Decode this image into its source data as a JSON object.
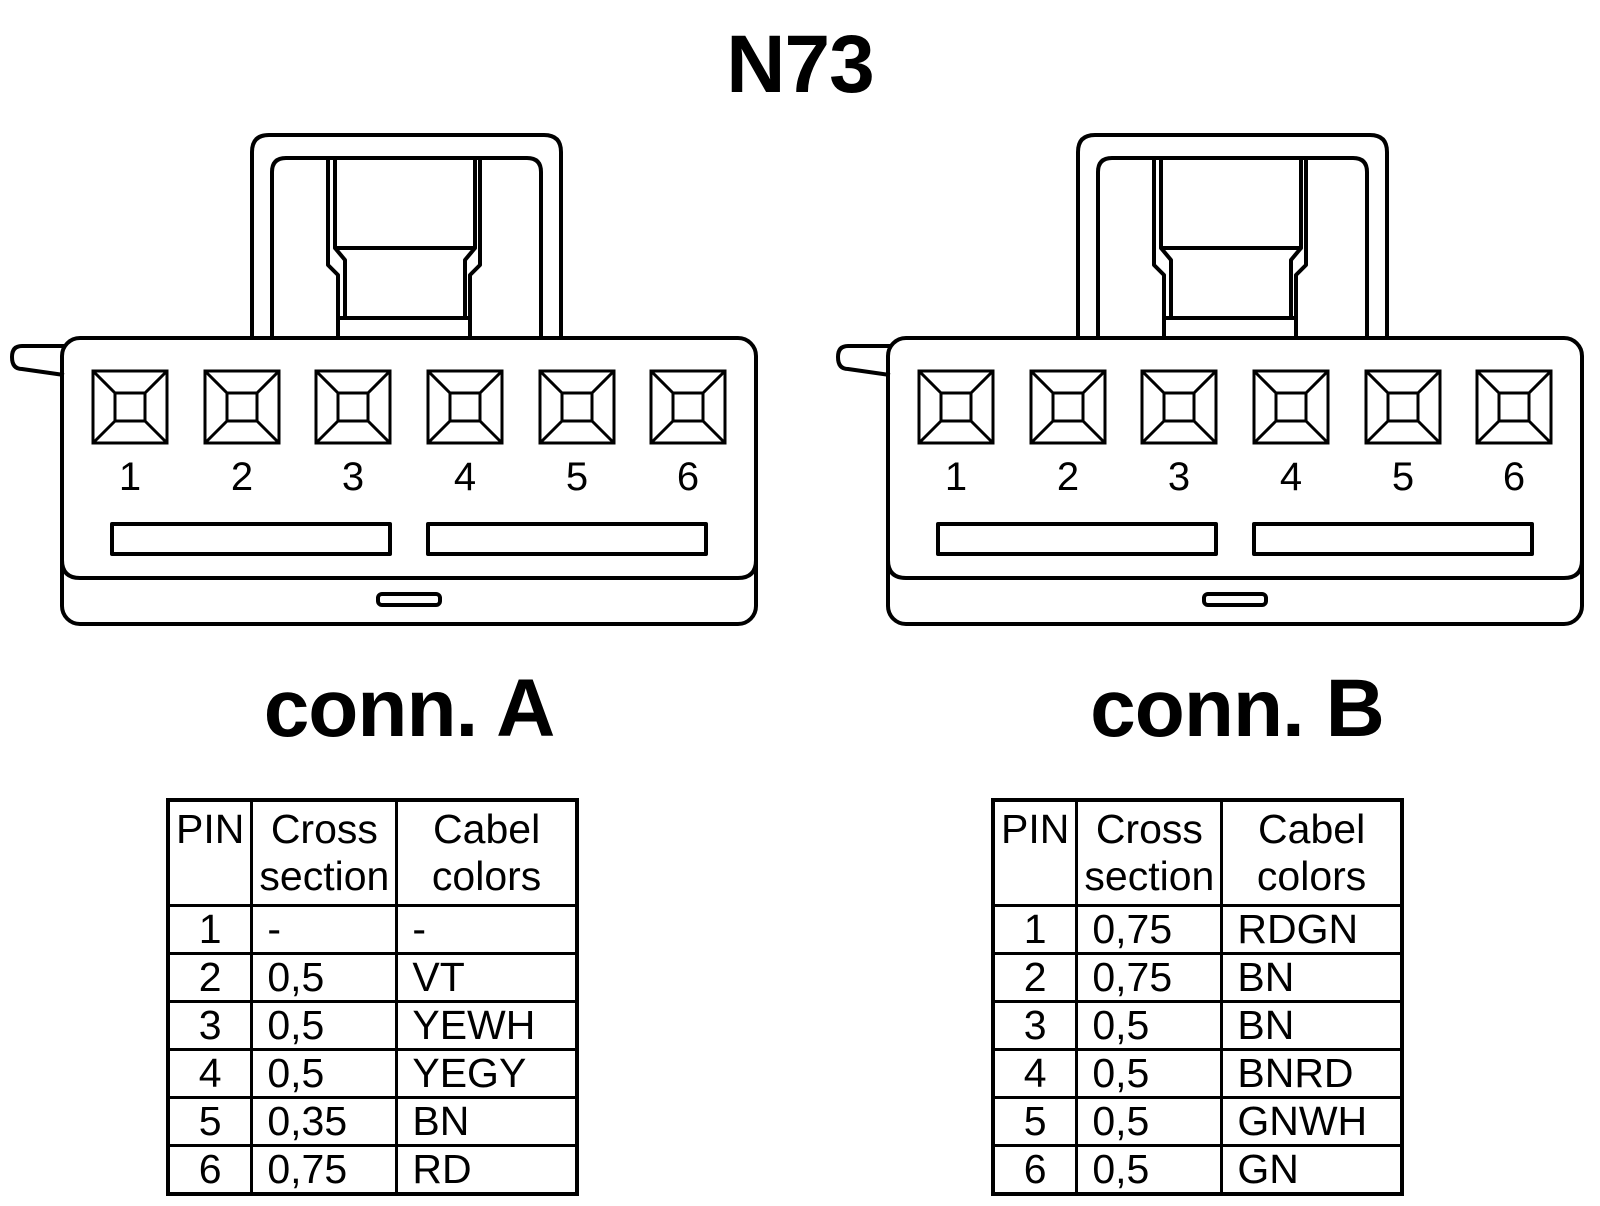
{
  "title": "N73",
  "connectors": [
    {
      "label": "conn. A",
      "pin_numbers": [
        "1",
        "2",
        "3",
        "4",
        "5",
        "6"
      ],
      "table": {
        "headers": [
          "PIN",
          "Cross section",
          "Cabel colors"
        ],
        "rows": [
          {
            "pin": "1",
            "cross": "-",
            "color": "-"
          },
          {
            "pin": "2",
            "cross": "0,5",
            "color": "VT"
          },
          {
            "pin": "3",
            "cross": "0,5",
            "color": "YEWH"
          },
          {
            "pin": "4",
            "cross": "0,5",
            "color": "YEGY"
          },
          {
            "pin": "5",
            "cross": "0,35",
            "color": "BN"
          },
          {
            "pin": "6",
            "cross": "0,75",
            "color": "RD"
          }
        ]
      }
    },
    {
      "label": "conn. B",
      "pin_numbers": [
        "1",
        "2",
        "3",
        "4",
        "5",
        "6"
      ],
      "table": {
        "headers": [
          "PIN",
          "Cross section",
          "Cabel colors"
        ],
        "rows": [
          {
            "pin": "1",
            "cross": "0,75",
            "color": "RDGN"
          },
          {
            "pin": "2",
            "cross": "0,75",
            "color": "BN"
          },
          {
            "pin": "3",
            "cross": "0,5",
            "color": "BN"
          },
          {
            "pin": "4",
            "cross": "0,5",
            "color": "BNRD"
          },
          {
            "pin": "5",
            "cross": "0,5",
            "color": "GNWH"
          },
          {
            "pin": "6",
            "cross": "0,5",
            "color": "GN"
          }
        ]
      }
    }
  ]
}
